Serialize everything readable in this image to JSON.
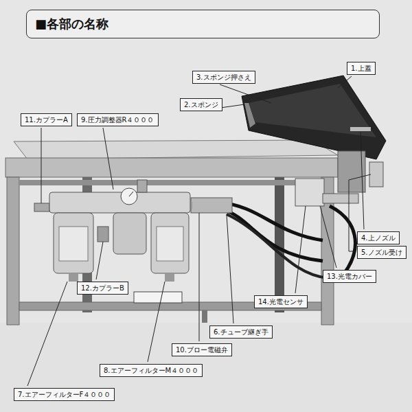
{
  "diagram": {
    "title": "■各部の名称",
    "nodes": [
      {
        "text": [
          "1.上蓋"
        ]
      },
      {
        "text": [
          "3.スポンジ押さえ"
        ]
      },
      {
        "text": [
          "11.カプラーA"
        ]
      },
      {
        "text": [
          "9.圧力調整器R４０００"
        ]
      },
      {
        "text": [
          "2.スポンジ"
        ]
      },
      {
        "text": [
          "4.上ノズル"
        ]
      },
      {
        "text": [
          "5.ノズル受け"
        ]
      },
      {
        "text": [
          "13.光電カバー"
        ]
      },
      {
        "text": [
          "12.カプラーB"
        ]
      },
      {
        "text": [
          "14.光電センサ"
        ]
      },
      {
        "text": [
          "6.チューブ継ぎ手"
        ]
      },
      {
        "text": [
          "10.ブロー電磁弁"
        ]
      },
      {
        "text": [
          "8.エアーフィルターM４０００"
        ]
      },
      {
        "text": [
          "7.エアーフィルターF４０００"
        ]
      }
    ]
  }
}
